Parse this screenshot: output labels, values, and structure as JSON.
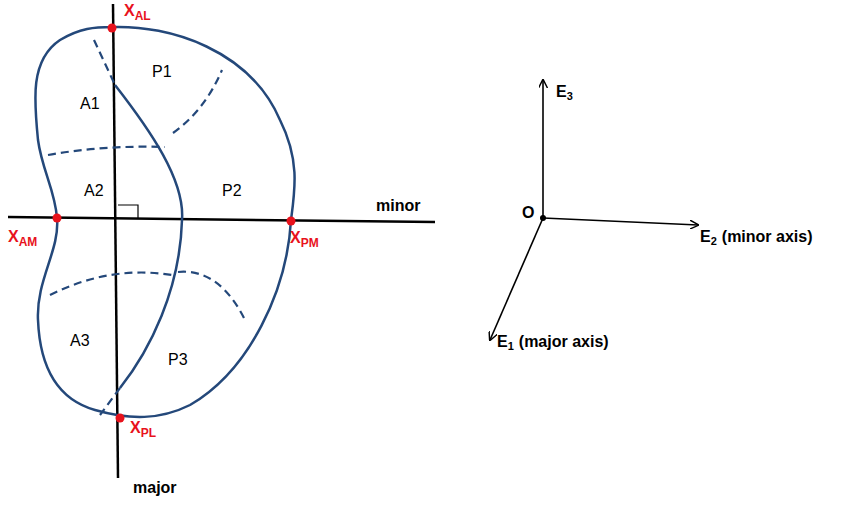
{
  "diagram": {
    "labels": [
      "X",
      "AL",
      "P1",
      "A1",
      "A2",
      "P2",
      "minor",
      "X",
      "AM",
      "X",
      "PM",
      "A3",
      "P3",
      "X",
      "PL",
      "major",
      "E",
      "3",
      "O",
      "E",
      "2",
      "(minor axis)",
      "E",
      "1",
      "(major axis)"
    ]
  }
}
